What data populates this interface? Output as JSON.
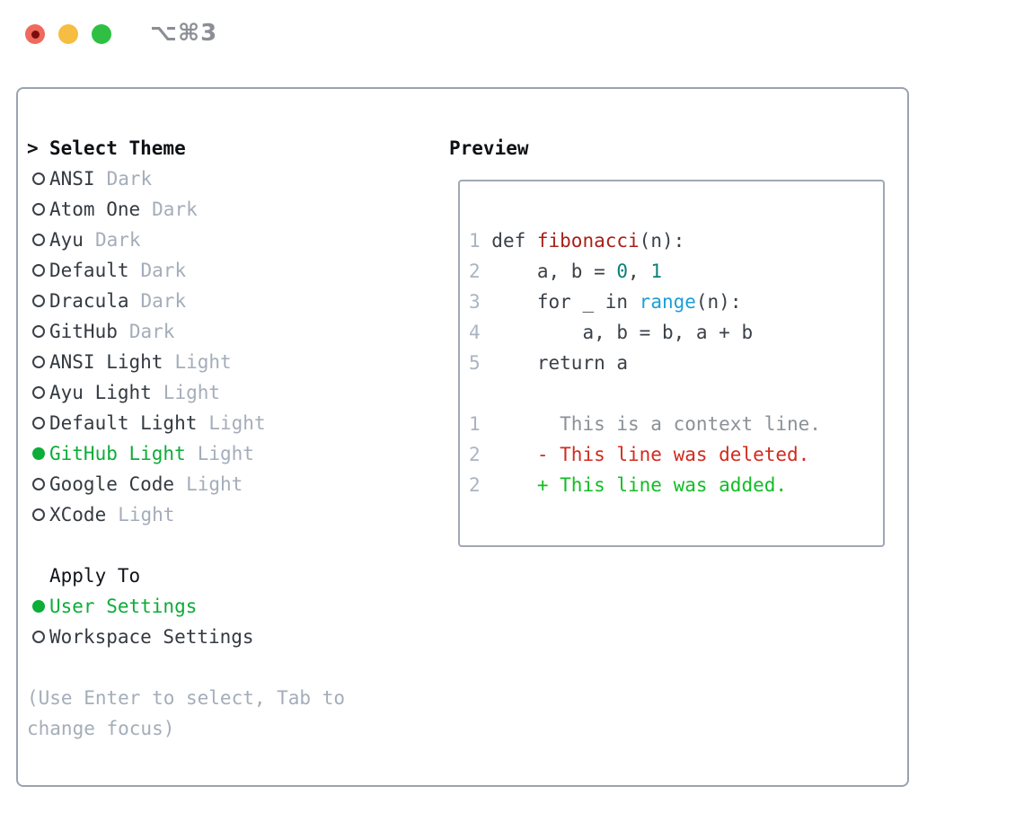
{
  "titlebar": {
    "title": "⌥⌘3",
    "controls": [
      "close",
      "minimize",
      "zoom"
    ]
  },
  "colors": {
    "accent_green": "#0cad38",
    "list_text": "#343a41",
    "muted_gray": "#a4adba",
    "panel_border": "#9ba3b0",
    "traffic_red": "#ee6a5e",
    "traffic_yellow": "#f5bd41",
    "traffic_green": "#2fc043"
  },
  "theme_menu": {
    "cursor": ">",
    "title": "Select Theme",
    "items": [
      {
        "label": "ANSI",
        "tag": "Dark",
        "selected": false
      },
      {
        "label": "Atom One",
        "tag": "Dark",
        "selected": false
      },
      {
        "label": "Ayu",
        "tag": "Dark",
        "selected": false
      },
      {
        "label": "Default",
        "tag": "Dark",
        "selected": false
      },
      {
        "label": "Dracula",
        "tag": "Dark",
        "selected": false
      },
      {
        "label": "GitHub",
        "tag": "Dark",
        "selected": false
      },
      {
        "label": "ANSI Light",
        "tag": "Light",
        "selected": false
      },
      {
        "label": "Ayu Light",
        "tag": "Light",
        "selected": false
      },
      {
        "label": "Default Light",
        "tag": "Light",
        "selected": false
      },
      {
        "label": "GitHub Light",
        "tag": "Light",
        "selected": true
      },
      {
        "label": "Google Code",
        "tag": "Light",
        "selected": false
      },
      {
        "label": "XCode",
        "tag": "Light",
        "selected": false
      }
    ]
  },
  "apply_to": {
    "title": "Apply To",
    "options": [
      {
        "label": "User Settings",
        "selected": true
      },
      {
        "label": "Workspace Settings",
        "selected": false
      }
    ]
  },
  "hint": {
    "line1": "(Use Enter to select, Tab to",
    "line2": "change focus)"
  },
  "preview": {
    "title": "Preview",
    "code_colors": {
      "num": "#a9b4c2",
      "code": "#3a4148",
      "fn": "#a8201a",
      "lit": "#0b7f78",
      "call": "#1b9fd6",
      "ctx": "#8b9196",
      "del": "#d02b20",
      "add": "#12bd25"
    },
    "code_lines": [
      [
        [
          "num",
          "1 "
        ],
        [
          "code",
          "def "
        ],
        [
          "fn",
          "fibonacci"
        ],
        [
          "code",
          "(n):"
        ]
      ],
      [
        [
          "num",
          "2 "
        ],
        [
          "code",
          "    a, b = "
        ],
        [
          "lit",
          "0"
        ],
        [
          "code",
          ", "
        ],
        [
          "lit",
          "1"
        ]
      ],
      [
        [
          "num",
          "3 "
        ],
        [
          "code",
          "    for _ in "
        ],
        [
          "call",
          "range"
        ],
        [
          "code",
          "(n):"
        ]
      ],
      [
        [
          "num",
          "4 "
        ],
        [
          "code",
          "        a, b = b, a + b"
        ]
      ],
      [
        [
          "num",
          "5 "
        ],
        [
          "code",
          "    return a"
        ]
      ],
      [],
      [
        [
          "num",
          "1"
        ],
        [
          "ctx",
          "       This is a context line."
        ]
      ],
      [
        [
          "num",
          "2"
        ],
        [
          "del",
          "     - This line was deleted."
        ]
      ],
      [
        [
          "num",
          "2"
        ],
        [
          "add",
          "     + This line was added."
        ]
      ]
    ]
  }
}
